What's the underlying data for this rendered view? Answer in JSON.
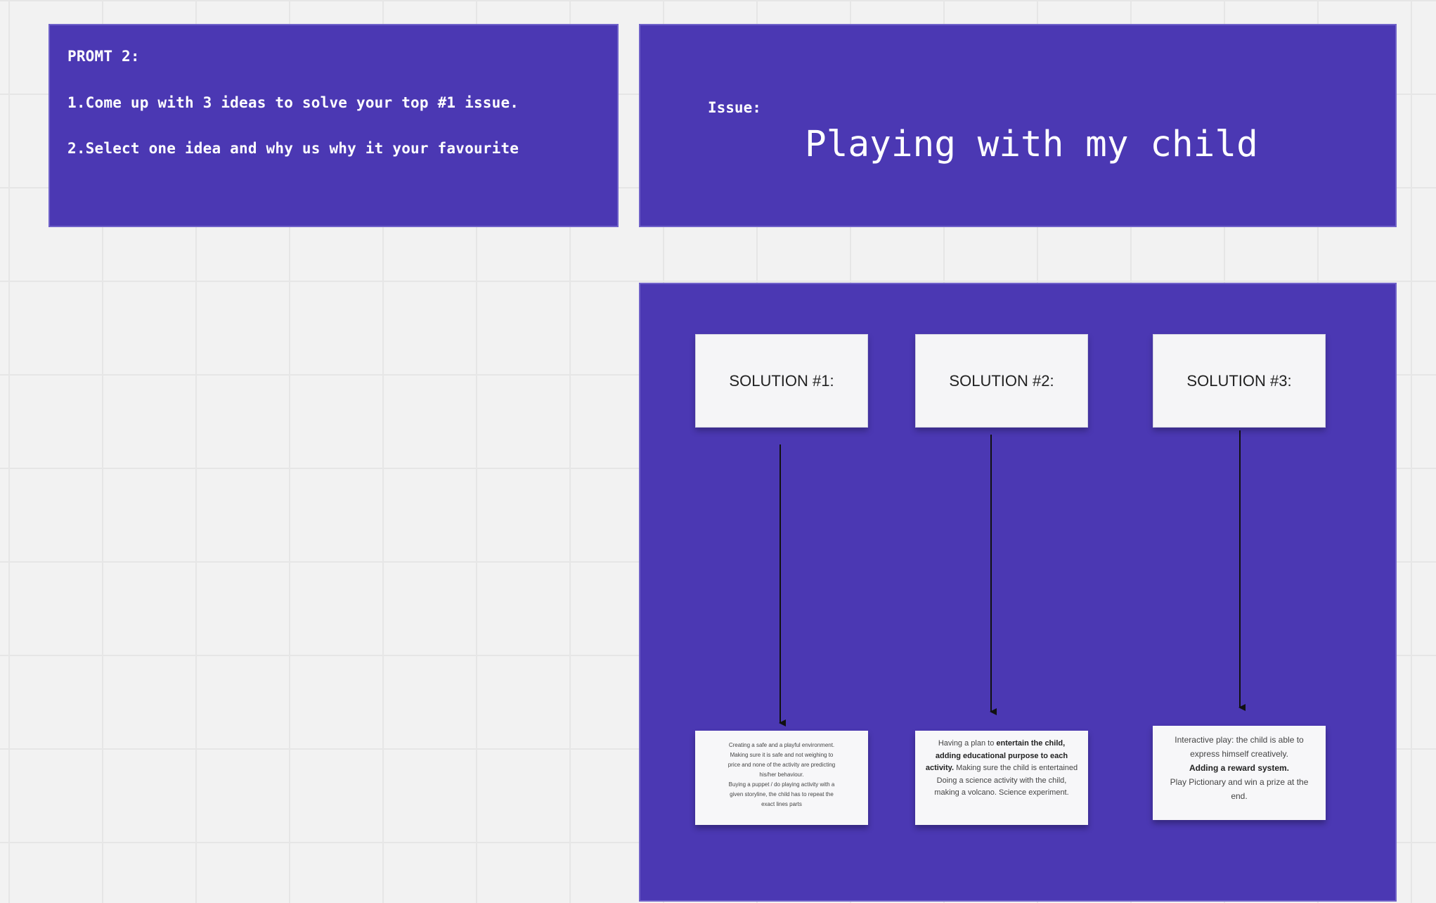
{
  "prompt": {
    "title": "PROMT 2:",
    "items": [
      "1.Come up with 3 ideas to solve your top #1 issue.",
      "2.Select one idea and why us why it your favourite"
    ]
  },
  "issue": {
    "label": "Issue:",
    "text": "Playing with my child"
  },
  "solutions": [
    {
      "heading": "SOLUTION #1:",
      "note": {
        "lines": [
          "Creating a safe and a playful environment.",
          "Making sure it is safe and not weighing to",
          "price and none of the activity are predicting",
          "his/her behaviour.",
          "Buying a puppet / do playing activity with a",
          "given storyline, the child has to repeat the",
          "exact lines parts"
        ]
      }
    },
    {
      "heading": "SOLUTION #2:",
      "note": {
        "before": "Having a plan to ",
        "bold1": "entertain the child, adding educational purpose to each activity.",
        "after": " Making sure the child is entertained Doing a science activity with the child, making a volcano. Science experiment."
      }
    },
    {
      "heading": "SOLUTION #3:",
      "note": {
        "line1": "Interactive play: the child is able to express himself creatively.",
        "bold": "Adding a reward system.",
        "line2": "Play Pictionary and win a prize at the end."
      }
    }
  ]
}
